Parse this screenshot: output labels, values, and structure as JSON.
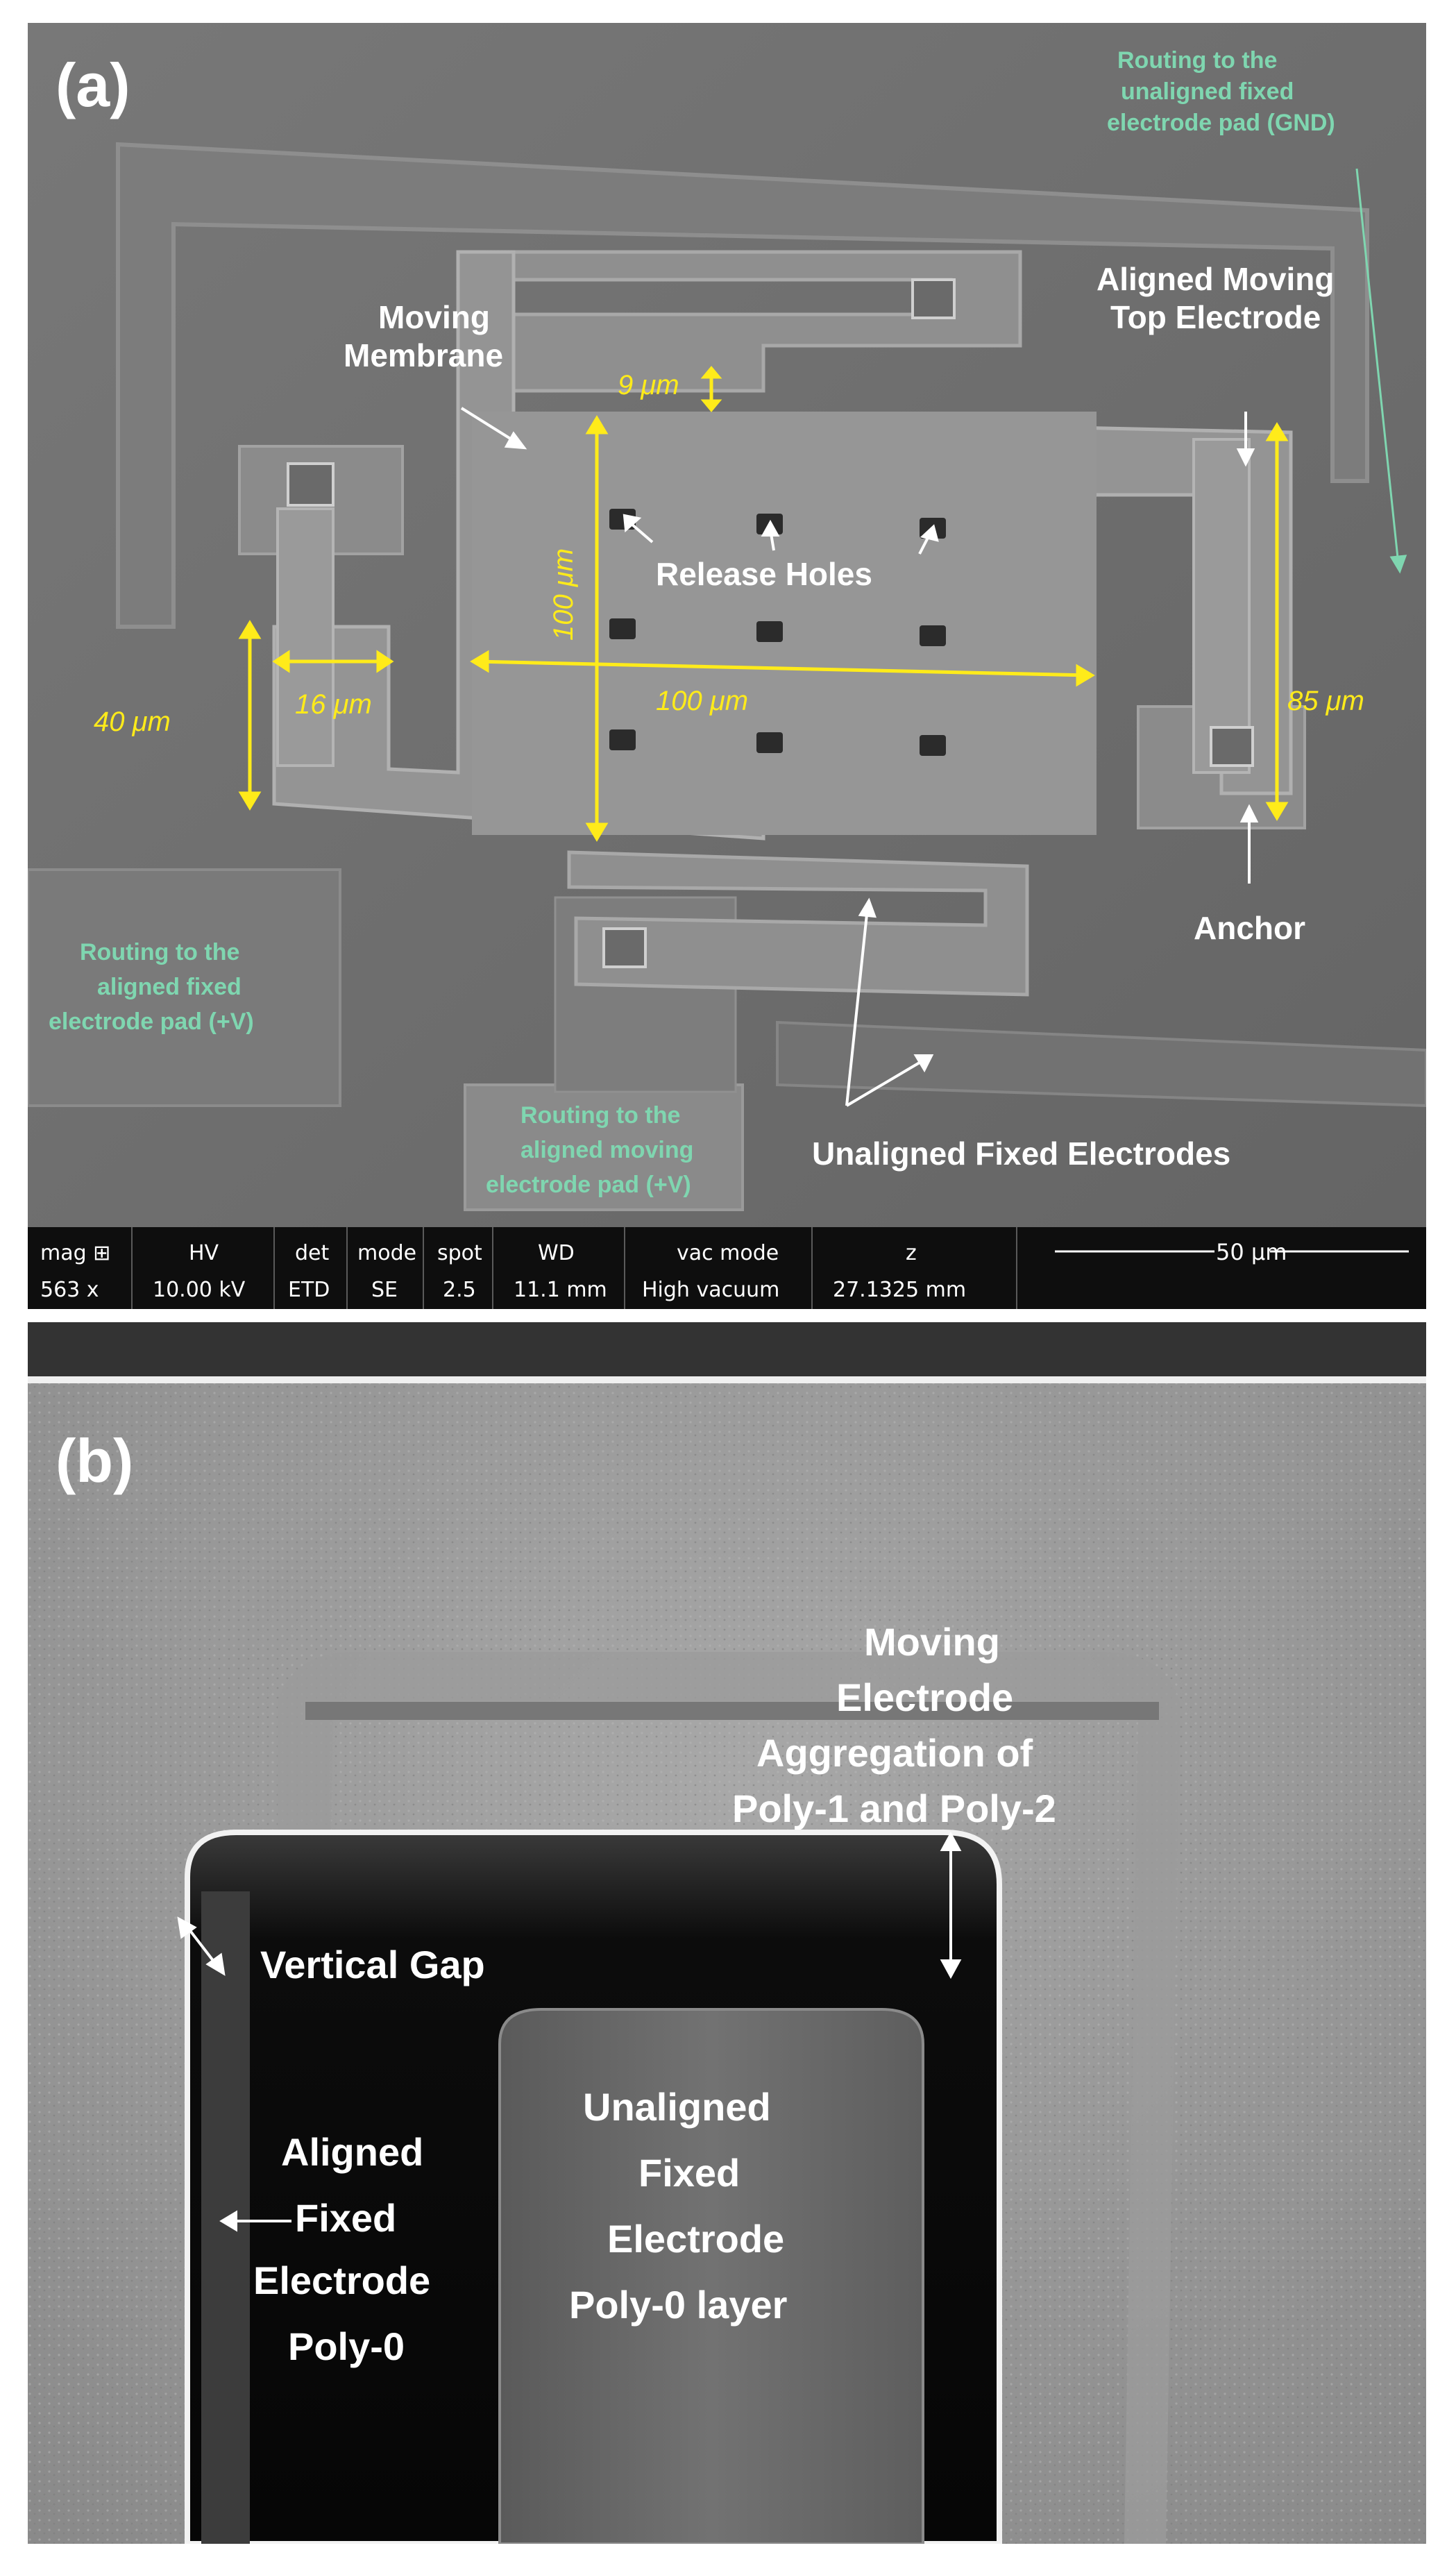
{
  "panel_a": {
    "tag": "(a)",
    "labels": {
      "moving_membrane": [
        "Moving",
        "Membrane"
      ],
      "aligned_moving_top_electrode": [
        "Aligned Moving",
        "Top Electrode"
      ],
      "release_holes": "Release Holes",
      "anchor": "Anchor",
      "unaligned_fixed_electrodes": "Unaligned Fixed Electrodes",
      "routing_unaligned_fixed": [
        "Routing to the",
        "unaligned fixed",
        "electrode pad (GND)"
      ],
      "routing_aligned_fixed": [
        "Routing to the",
        "aligned fixed",
        "electrode pad (+V)"
      ],
      "routing_aligned_moving": [
        "Routing to the",
        "aligned moving",
        "electrode pad (+V)"
      ]
    },
    "dimensions": {
      "gap": "9 μm",
      "membrane_height": "100 μm",
      "membrane_width": "100 μm",
      "spring_length": "40 μm",
      "spring_width": "16 μm",
      "electrode_length": "85 μm"
    },
    "sem_bar": {
      "headers": [
        "mag ⊞",
        "HV",
        "det",
        "mode",
        "spot",
        "WD",
        "vac mode",
        "z"
      ],
      "values": [
        "563 x",
        "10.00 kV",
        "ETD",
        "SE",
        "2.5",
        "11.1 mm",
        "High vacuum",
        "27.1325 mm"
      ],
      "scale_bar": "50 μm"
    }
  },
  "panel_b": {
    "tag": "(b)",
    "labels": {
      "moving_electrode": [
        "Moving",
        "Electrode",
        "Aggregation of",
        "Poly-1 and Poly-2"
      ],
      "vertical_gap": "Vertical Gap",
      "aligned_fixed": [
        "Aligned",
        "Fixed",
        "Electrode",
        "Poly-0"
      ],
      "unaligned_fixed": [
        "Unaligned",
        "Fixed",
        "Electrode",
        "Poly-0 layer"
      ]
    }
  },
  "colors": {
    "annotation_yellow": "#ffeb1a",
    "routing_green": "#7fd6b0",
    "label_white": "#ffffff"
  }
}
